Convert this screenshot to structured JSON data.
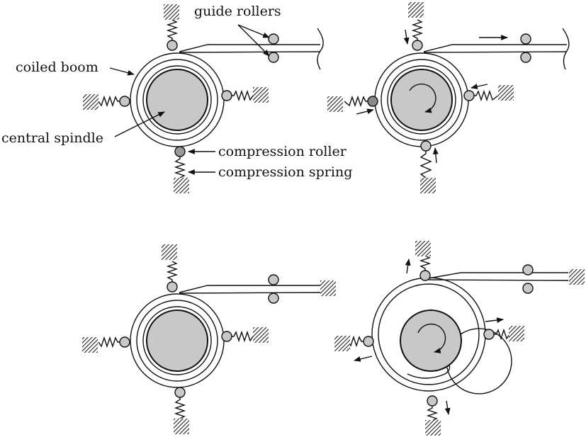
{
  "labels": {
    "guide_rollers": "guide rollers",
    "coiled_boom": "coiled boom",
    "central_spindle": "central spindle",
    "compression_roller": "compression roller",
    "compression_spring": "compression spring"
  },
  "colors": {
    "ink": "#111111",
    "spindle_fill": "#c8c8c8",
    "roller_fill": "#c8c8c8",
    "roller_dark": "#8a8a8a",
    "hatch": "#222222"
  },
  "panels": [
    {
      "id": "top-left",
      "state": "stowed"
    },
    {
      "id": "top-right",
      "state": "deploying",
      "spindle_rotation": "clockwise"
    },
    {
      "id": "bottom-left",
      "state": "tip-fixed"
    },
    {
      "id": "bottom-right",
      "state": "blossoming",
      "spindle_rotation": "clockwise"
    }
  ]
}
